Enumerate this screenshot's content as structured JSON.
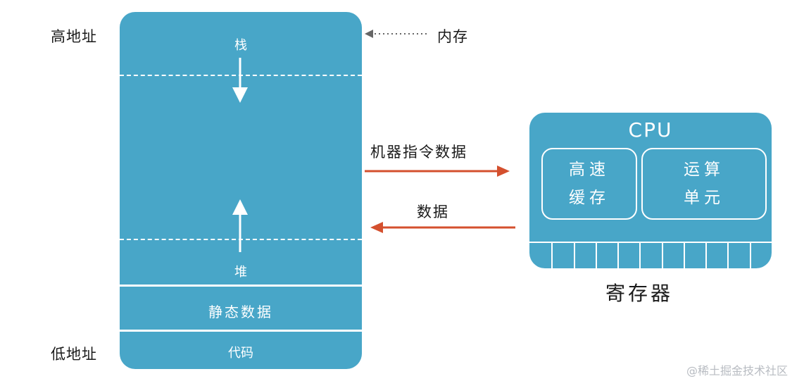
{
  "memory": {
    "stack_label": "栈",
    "heap_label": "堆",
    "static_label": "静态数据",
    "code_label": "代码"
  },
  "side_labels": {
    "high_address": "高地址",
    "low_address": "低地址",
    "memory": "内存"
  },
  "arrows": {
    "instructions_data": "机器指令数据",
    "data": "数据"
  },
  "cpu": {
    "title": "CPU",
    "cache_line1": "高速",
    "cache_line2": "缓存",
    "alu_line1": "运算",
    "alu_line2": "单元",
    "register_count": 11
  },
  "register_label": "寄存器",
  "watermark": "@稀土掘金技术社区",
  "colors": {
    "block": "#48a6c8",
    "arrow_red": "#d4502e",
    "pointer_gray": "#666666"
  }
}
